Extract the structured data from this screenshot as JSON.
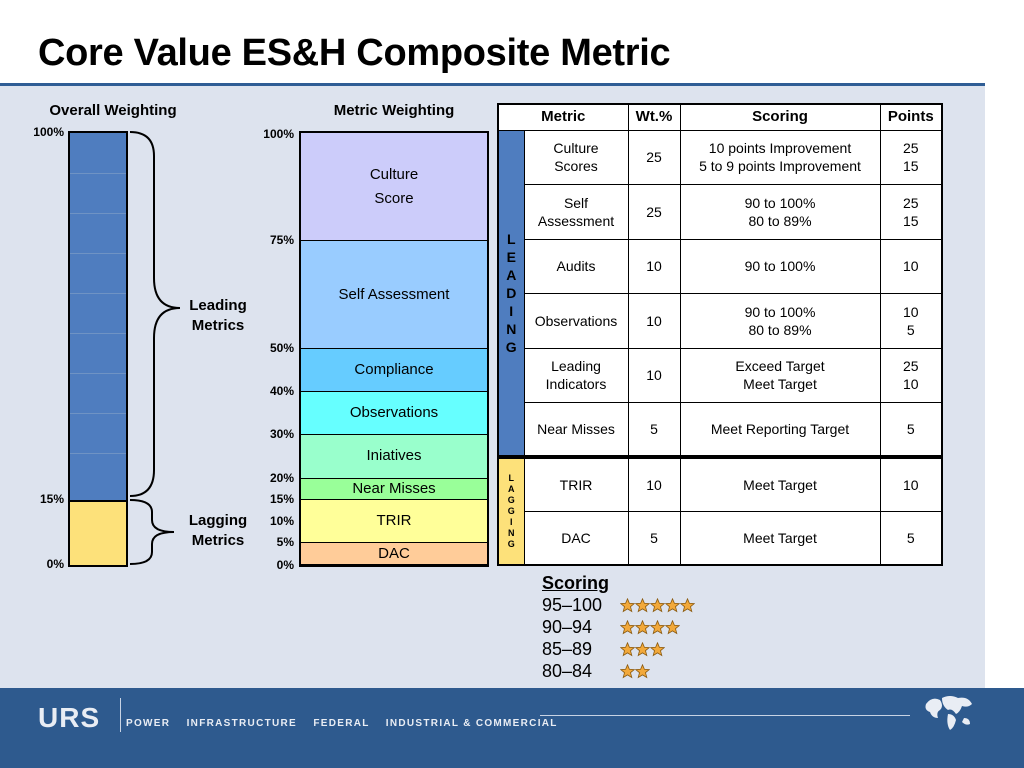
{
  "title": "Core Value ES&H Composite Metric",
  "colors": {
    "leading_blue": "#4f7dbf",
    "lagging_yellow": "#fde17a",
    "footer_blue": "#2e5a8e",
    "content_bg": "#dde3ee",
    "star_fill": "#f2a93b"
  },
  "footer": {
    "logo": "URS",
    "tagline": "POWER    INFRASTRUCTURE    FEDERAL    INDUSTRIAL & COMMERCIAL",
    "globe_icon": "world-globe-icon"
  },
  "chart_data": [
    {
      "type": "bar",
      "title": "Overall Weighting",
      "stacked": true,
      "ylim": [
        0,
        100
      ],
      "ticks": [
        "100%",
        "15%",
        "0%"
      ],
      "tick_values": [
        100,
        15,
        0
      ],
      "segments": [
        {
          "name": "Lagging Metrics",
          "from": 0,
          "to": 15,
          "color": "#fde17a"
        },
        {
          "name": "Leading Metrics",
          "from": 15,
          "to": 100,
          "color": "#4f7dbf"
        }
      ],
      "brace_labels": [
        {
          "text": "Leading Metrics",
          "line1": "Leading",
          "line2": "Metrics"
        },
        {
          "text": "Lagging Metrics",
          "line1": "Lagging",
          "line2": "Metrics"
        }
      ]
    },
    {
      "type": "bar",
      "title": "Metric Weighting",
      "stacked": true,
      "ylim": [
        0,
        100
      ],
      "ticks": [
        "100%",
        "75%",
        "50%",
        "40%",
        "30%",
        "20%",
        "15%",
        "10%",
        "5%",
        "0%"
      ],
      "tick_values": [
        100,
        75,
        50,
        40,
        30,
        20,
        15,
        10,
        5,
        0
      ],
      "segments": [
        {
          "name": "Culture Score",
          "lines": [
            "Culture",
            "Score"
          ],
          "from": 75,
          "to": 100,
          "color": "#ccccfa"
        },
        {
          "name": "Self Assessment",
          "lines": [
            "Self Assessment"
          ],
          "from": 50,
          "to": 75,
          "color": "#99ccff"
        },
        {
          "name": "Compliance",
          "lines": [
            "Compliance"
          ],
          "from": 40,
          "to": 50,
          "color": "#66ccff"
        },
        {
          "name": "Observations",
          "lines": [
            "Observations"
          ],
          "from": 30,
          "to": 40,
          "color": "#66ffff"
        },
        {
          "name": "Iniatives",
          "lines": [
            "Iniatives"
          ],
          "from": 20,
          "to": 30,
          "color": "#99ffcc"
        },
        {
          "name": "Near Misses",
          "lines": [
            "Near Misses"
          ],
          "from": 15,
          "to": 20,
          "color": "#99ff99"
        },
        {
          "name": "TRIR",
          "lines": [
            "TRIR"
          ],
          "from": 5,
          "to": 15,
          "color": "#ffff99"
        },
        {
          "name": "DAC",
          "lines": [
            "DAC"
          ],
          "from": 0,
          "to": 5,
          "color": "#ffcc99"
        }
      ]
    },
    {
      "type": "table",
      "headers": [
        "Metric",
        "Wt.%",
        "Scoring",
        "Points"
      ],
      "groups": [
        {
          "name": "LEADING",
          "letters": [
            "L",
            "E",
            "A",
            "D",
            "I",
            "N",
            "G"
          ],
          "rows": [
            {
              "metric": [
                "Culture",
                "Scores"
              ],
              "wt": "25",
              "scoring": [
                "10 points Improvement",
                "5 to 9 points Improvement"
              ],
              "points": [
                "25",
                "15"
              ]
            },
            {
              "metric": [
                "Self",
                "Assessment"
              ],
              "wt": "25",
              "scoring": [
                "90 to 100%",
                "80 to 89%"
              ],
              "points": [
                "25",
                "15"
              ]
            },
            {
              "metric": [
                "Audits"
              ],
              "wt": "10",
              "scoring": [
                "90 to 100%"
              ],
              "points": [
                "10"
              ]
            },
            {
              "metric": [
                "Observations"
              ],
              "wt": "10",
              "scoring": [
                "90 to 100%",
                "80 to 89%"
              ],
              "points": [
                "10",
                "5"
              ]
            },
            {
              "metric": [
                "Leading",
                "Indicators"
              ],
              "wt": "10",
              "scoring": [
                "Exceed Target",
                "Meet Target"
              ],
              "points": [
                "25",
                "10"
              ]
            },
            {
              "metric": [
                "Near Misses"
              ],
              "wt": "5",
              "scoring": [
                "Meet Reporting Target"
              ],
              "points": [
                "5"
              ]
            }
          ]
        },
        {
          "name": "LAGGING",
          "letters": [
            "L",
            "A",
            "G",
            "G",
            "I",
            "N",
            "G"
          ],
          "rows": [
            {
              "metric": [
                "TRIR"
              ],
              "wt": "10",
              "scoring": [
                "Meet Target"
              ],
              "points": [
                "10"
              ]
            },
            {
              "metric": [
                "DAC"
              ],
              "wt": "5",
              "scoring": [
                "Meet Target"
              ],
              "points": [
                "5"
              ]
            }
          ]
        }
      ]
    }
  ],
  "scoring_legend": {
    "heading": "Scoring",
    "rows": [
      {
        "range": "95–100",
        "stars": 5
      },
      {
        "range": "90–94",
        "stars": 4
      },
      {
        "range": "85–89",
        "stars": 3
      },
      {
        "range": "80–84",
        "stars": 2
      }
    ]
  }
}
